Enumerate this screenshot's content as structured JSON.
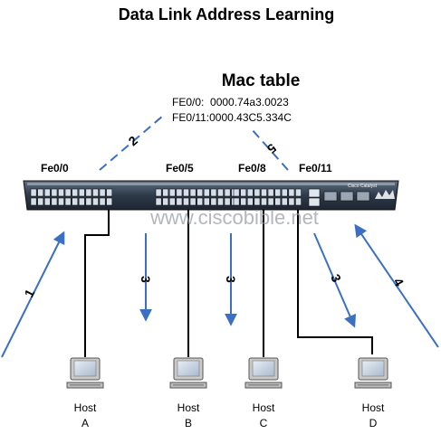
{
  "title": "Data Link Address Learning",
  "mac_table": {
    "heading": "Mac table",
    "entries": [
      "FE0/0:  0000.74a3.0023",
      "FE0/11:0000.43C5.334C"
    ]
  },
  "ports": {
    "p0": "Fe0/0",
    "p5": "Fe0/5",
    "p8": "Fe0/8",
    "p11": "Fe0/11"
  },
  "switch_label": "Cisco Catalyst",
  "watermark": "www.ciscobible.net",
  "steps": {
    "s1": "1",
    "s2": "2",
    "s3a": "3",
    "s3b": "3",
    "s3c": "3",
    "s4": "4",
    "s5": "5"
  },
  "hosts": [
    {
      "line1": "Host",
      "line2": "A"
    },
    {
      "line1": "Host",
      "line2": "B"
    },
    {
      "line1": "Host",
      "line2": "C"
    },
    {
      "line1": "Host",
      "line2": "D"
    }
  ],
  "colors": {
    "arrow": "#3a6fc4",
    "switch_body": "#2e3a4a",
    "cable": "#000000"
  }
}
